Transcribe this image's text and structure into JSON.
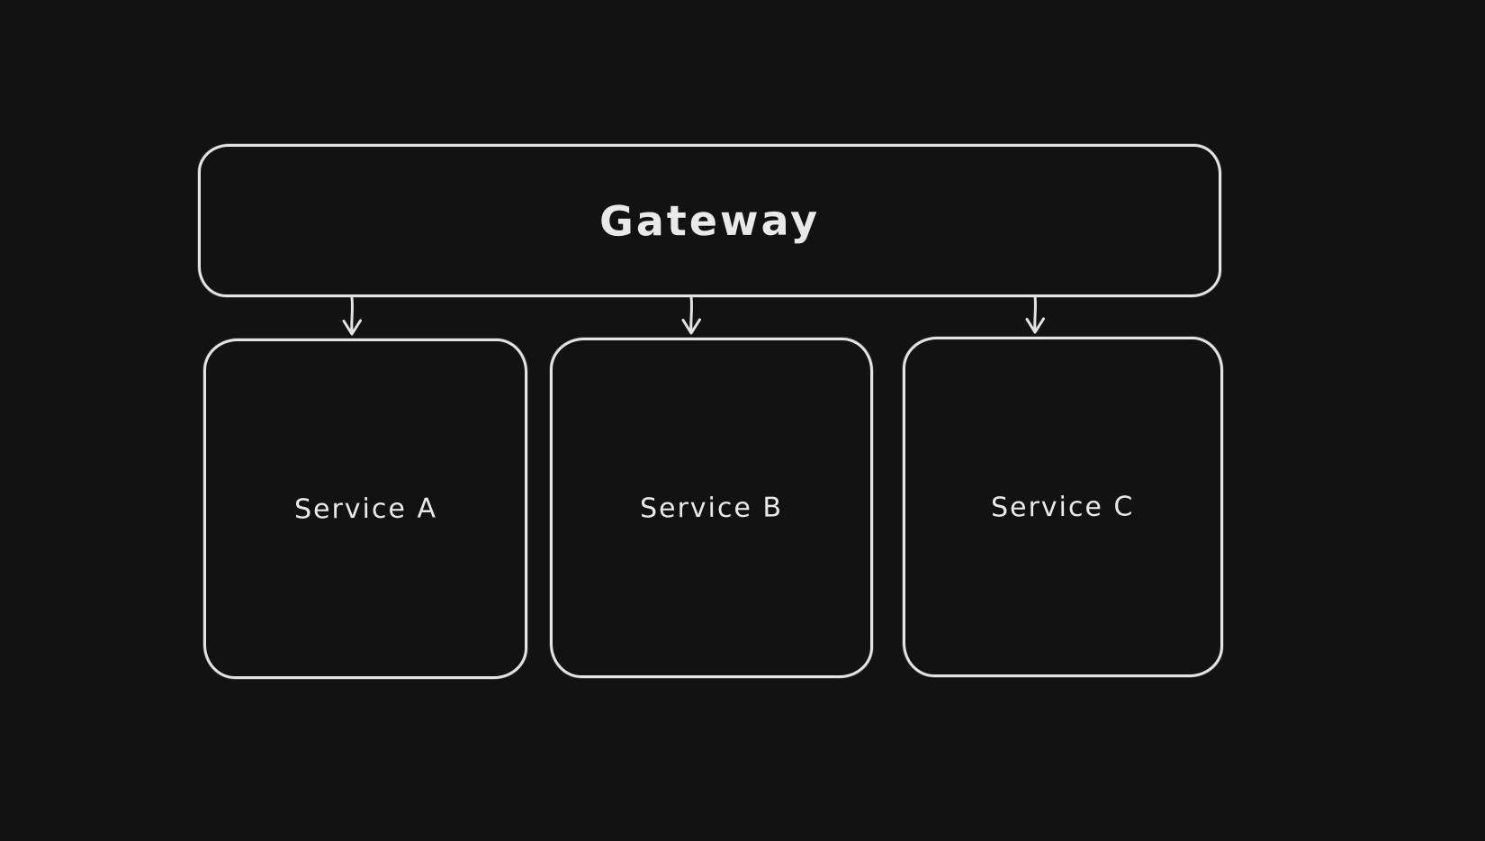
{
  "canvas": {
    "background": "#121212"
  },
  "style": {
    "stroke_color": "#e3e3e3",
    "text_color": "#e9e9e9"
  },
  "nodes": {
    "gateway": {
      "label": "Gateway"
    },
    "service_a": {
      "label": "Service A"
    },
    "service_b": {
      "label": "Service B"
    },
    "service_c": {
      "label": "Service C"
    }
  },
  "edges": [
    {
      "from": "Gateway",
      "to": "Service A",
      "direction": "down-arrow"
    },
    {
      "from": "Gateway",
      "to": "Service B",
      "direction": "down-arrow"
    },
    {
      "from": "Gateway",
      "to": "Service C",
      "direction": "down-arrow"
    }
  ]
}
